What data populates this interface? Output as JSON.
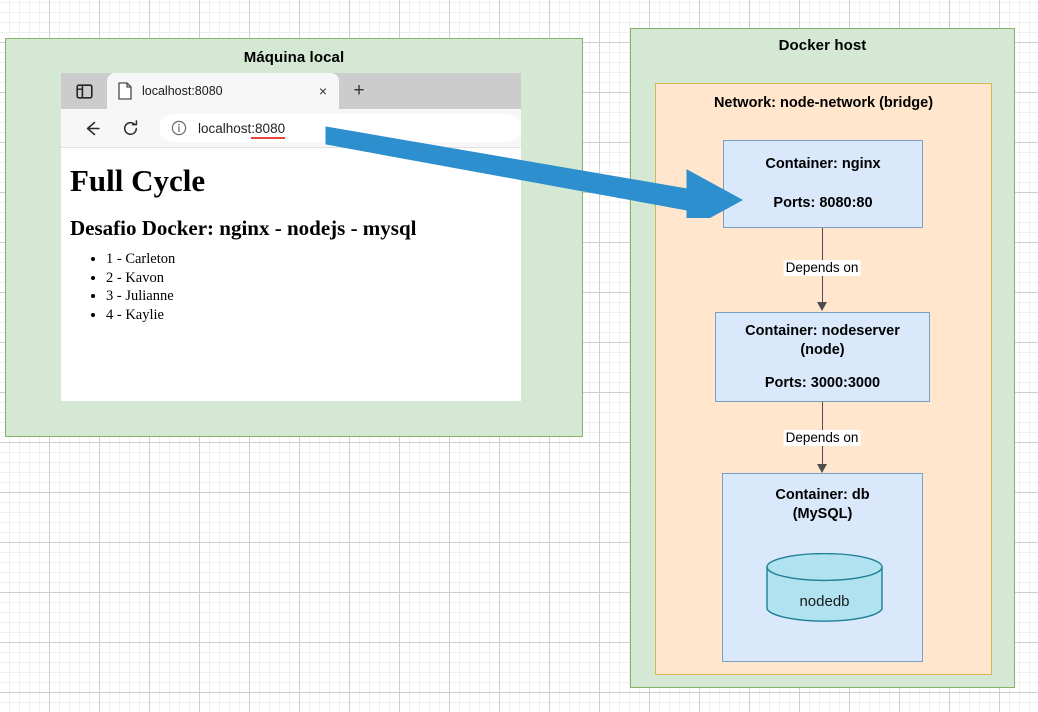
{
  "diagram": {
    "local_machine": {
      "title": "Máquina local"
    },
    "docker_host": {
      "title": "Docker host",
      "network": {
        "title": "Network: node-network (bridge)",
        "containers": [
          {
            "name": "Container: nginx",
            "ports": "Ports: 8080:80"
          },
          {
            "name": "Container: nodeserver\n(node)",
            "ports": "Ports: 3000:3000"
          },
          {
            "name": "Container: db\n(MySQL)",
            "database_label": "nodedb"
          }
        ],
        "edges": [
          {
            "label": "Depends on"
          },
          {
            "label": "Depends on"
          }
        ]
      }
    },
    "colors": {
      "green_fill": "#d5e8d4",
      "green_stroke": "#82b366",
      "yellow_fill": "#ffe6cc",
      "yellow_stroke": "#d6b656",
      "blue_fill": "#dae8fc",
      "blue_stroke": "#7a9ec6",
      "cylinder_fill": "#b0e3ef",
      "cylinder_stroke": "#1f7f96",
      "arrow_blue": "#2e8fce",
      "connector_gray": "#4d4d4d"
    }
  },
  "browser": {
    "tab": {
      "title": "localhost:8080",
      "close_label": "×"
    },
    "new_tab_label": "+",
    "toolbar": {
      "back_label": "←",
      "reload_label": "⟳"
    },
    "address": {
      "host": "localhost",
      "port": ":8080"
    },
    "page": {
      "h1": "Full Cycle",
      "h2": "Desafio Docker: nginx - nodejs - mysql",
      "list": [
        "1 - Carleton",
        "2 - Kavon",
        "3 - Julianne",
        "4 - Kaylie"
      ]
    }
  }
}
